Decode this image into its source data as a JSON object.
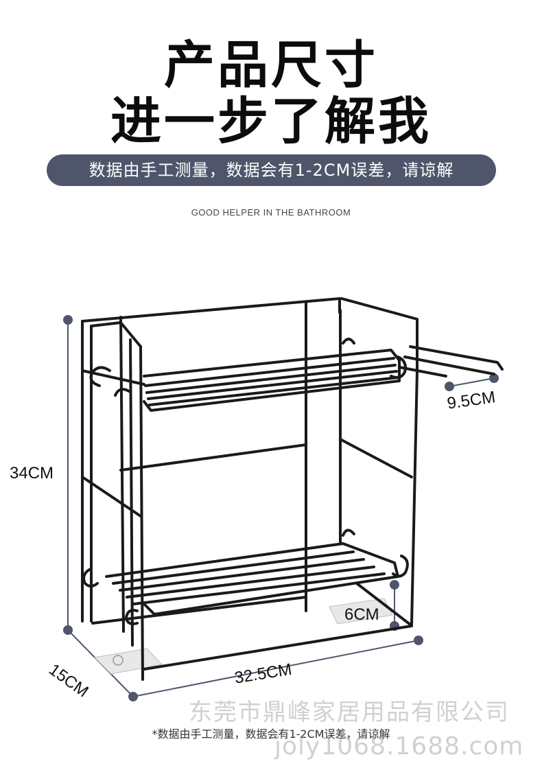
{
  "header": {
    "title_line1": "产品尺寸",
    "title_line2": "进一步了解我",
    "banner": "数据由手工测量，数据会有1-2CM误差，请谅解",
    "subtitle": "GOOD HELPER IN THE BATHROOM"
  },
  "dimensions": {
    "height": "34CM",
    "width": "32.5CM",
    "depth": "15CM",
    "hook": "9.5CM",
    "foot": "6CM"
  },
  "footer": {
    "note": "*数据由手工测量，数据会有1-2CM误差，请谅解",
    "watermark_company": "东莞市鼎峰家居用品有限公司",
    "watermark_url": "joly1068.1688.com"
  },
  "colors": {
    "banner_bg": "#4f566b",
    "rack_line": "#1a1a1a",
    "dimension_line": "#4f566b"
  }
}
